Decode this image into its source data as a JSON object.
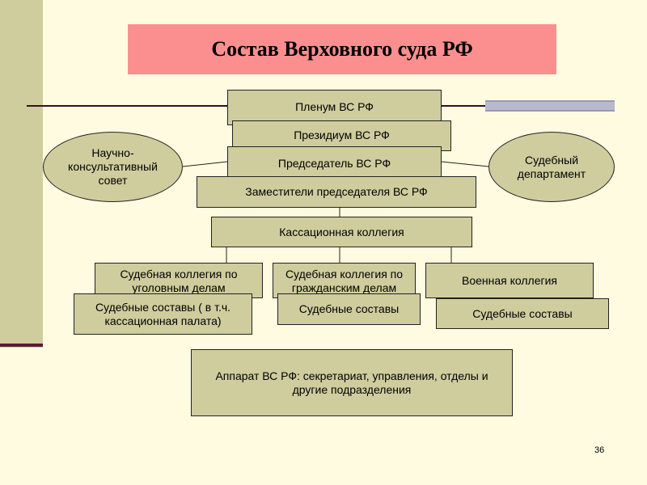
{
  "title": "Состав Верховного суда РФ",
  "nodes": {
    "plenum": "Пленум ВС РФ",
    "presidium": "Президиум ВС РФ",
    "chairman": "Председатель ВС РФ",
    "deputies": "Заместители председателя ВС РФ",
    "cassation": "Кассационная коллегия",
    "criminal": "Судебная коллегия по уголовным делам",
    "civil": "Судебная коллегия по гражданским делам",
    "military": "Военная коллегия",
    "criminal_panels": "Судебные составы ( в т.ч. кассационная палата)",
    "civil_panels": "Судебные составы",
    "military_panels": "Судебные составы",
    "apparatus": "Аппарат ВС РФ: секретариат, управления, отделы и другие подразделения",
    "advisory": "Научно-консультативный совет",
    "department": "Судебный департамент"
  },
  "page_number": "36"
}
